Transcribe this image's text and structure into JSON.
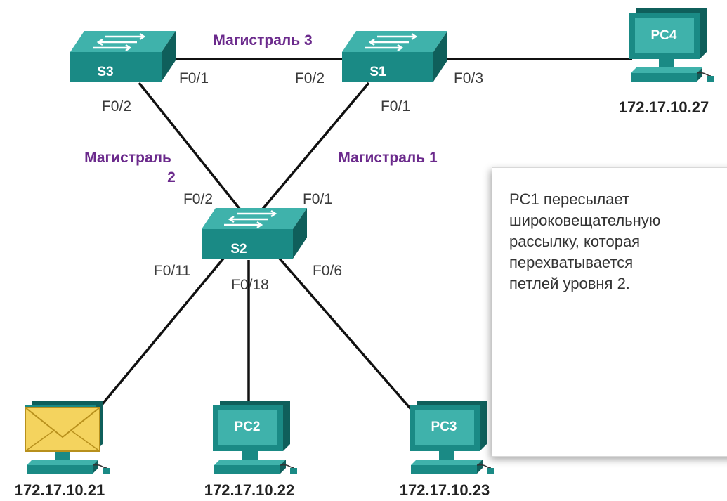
{
  "diagram": {
    "switches": [
      {
        "id": "s3",
        "label": "S3"
      },
      {
        "id": "s1",
        "label": "S1"
      },
      {
        "id": "s2",
        "label": "S2"
      }
    ],
    "pcs": [
      {
        "id": "pc4",
        "label": "PC4",
        "ip": "172.17.10.27"
      },
      {
        "id": "pc1",
        "label": "",
        "ip": "172.17.10.21",
        "icon": "envelope-icon"
      },
      {
        "id": "pc2",
        "label": "PC2",
        "ip": "172.17.10.22"
      },
      {
        "id": "pc3",
        "label": "PC3",
        "ip": "172.17.10.23"
      }
    ],
    "trunks": {
      "trunk3": "Магистраль 3",
      "trunk2_line1": "Магистраль",
      "trunk2_line2": "2",
      "trunk1": "Магистраль 1"
    },
    "ports": {
      "s3_f01": "F0/1",
      "s3_f02": "F0/2",
      "s1_f02": "F0/2",
      "s1_f03": "F0/3",
      "s1_f01": "F0/1",
      "s2_f02": "F0/2",
      "s2_f01": "F0/1",
      "s2_f011": "F0/11",
      "s2_f018": "F0/18",
      "s2_f06": "F0/6"
    },
    "callout": "PC1 пересылает\nшироковещательную\nрассылку, которая\nперехватывается\nпетлей уровня 2."
  },
  "colors": {
    "device": "#1a8a85",
    "device_dark": "#0f5f5b",
    "device_light": "#3fb2ab",
    "trunk_text": "#6b2a8c",
    "envelope": "#f4d35e"
  }
}
